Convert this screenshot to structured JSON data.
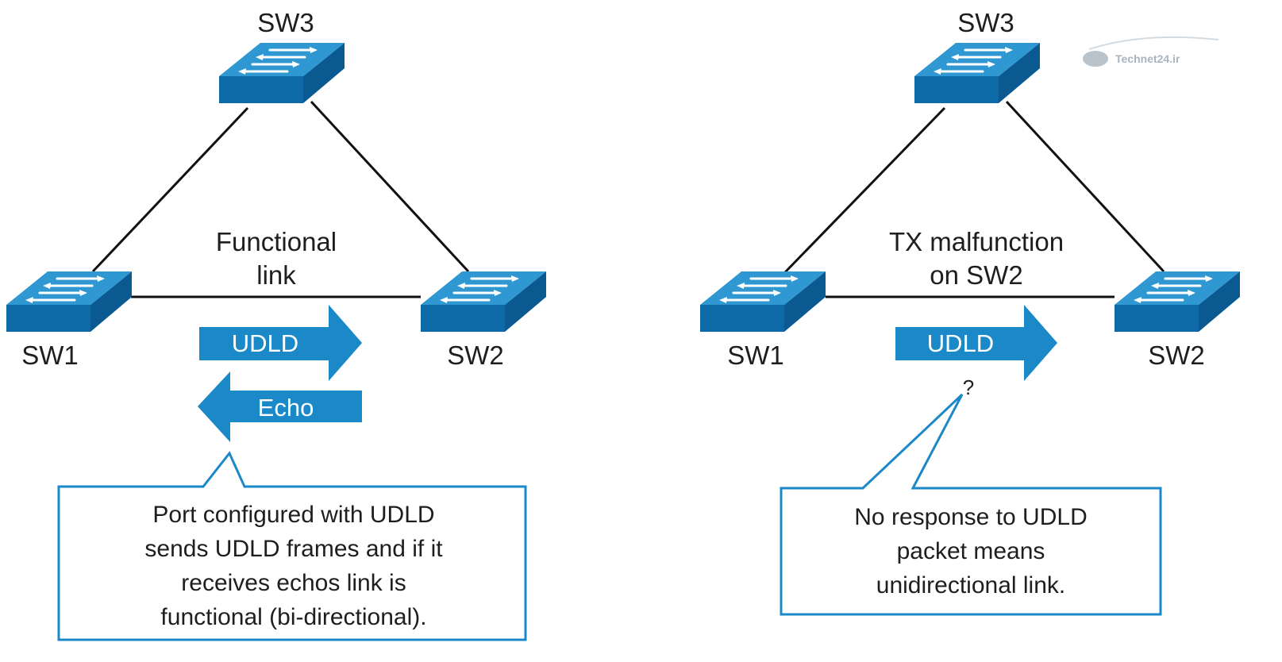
{
  "watermark": "Technet24.ir",
  "colors": {
    "switch_top": "#2b93cf",
    "switch_side": "#0b5f97",
    "arrow": "#1b88c8",
    "line": "#111111"
  },
  "left_panel": {
    "switches": {
      "top": "SW3",
      "left": "SW1",
      "right": "SW2"
    },
    "link_label": [
      "Functional",
      "link"
    ],
    "arrow_forward": "UDLD",
    "arrow_back": "Echo",
    "callout": [
      "Port configured with UDLD",
      "sends UDLD frames and if it",
      "receives echos link is",
      "functional (bi-directional)."
    ]
  },
  "right_panel": {
    "switches": {
      "top": "SW3",
      "left": "SW1",
      "right": "SW2"
    },
    "link_label": [
      "TX malfunction",
      "on SW2"
    ],
    "arrow_forward": "UDLD",
    "question": "?",
    "callout": [
      "No response to UDLD",
      "packet means",
      "unidirectional link."
    ]
  }
}
